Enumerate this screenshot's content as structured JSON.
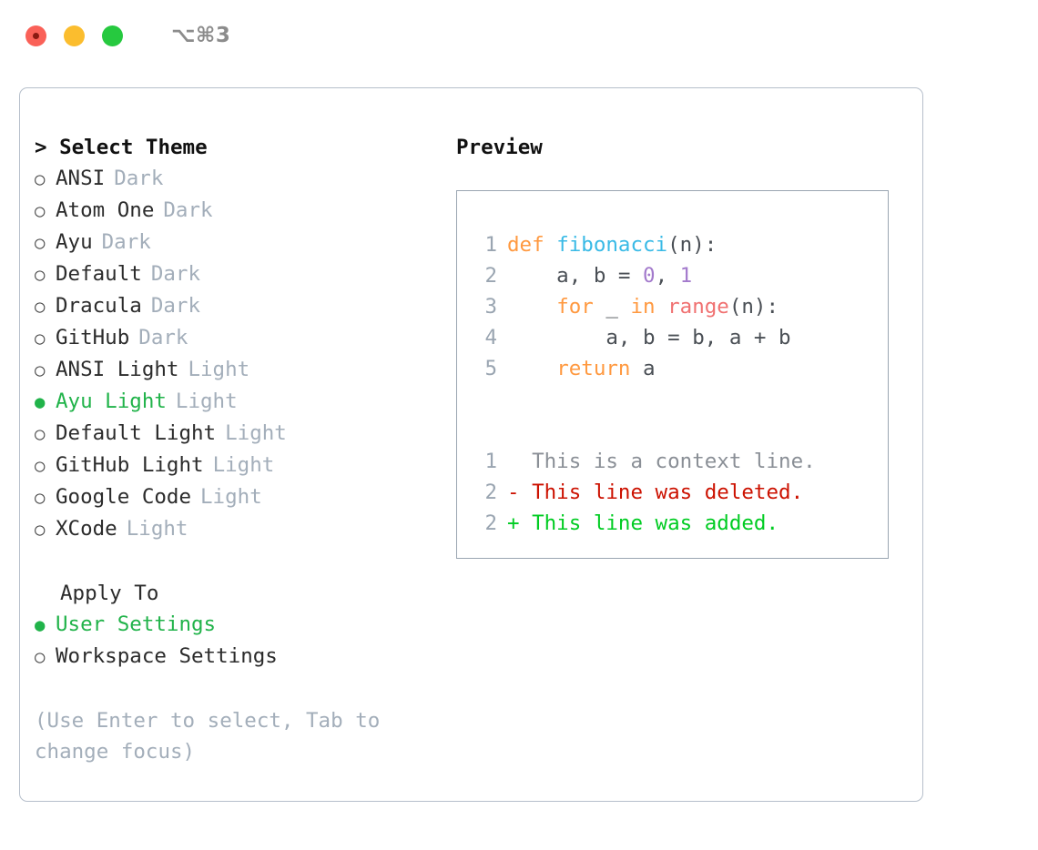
{
  "window": {
    "shortcut_title": "⌥⌘3",
    "traffic_lights": [
      "close-red",
      "minimize-yellow",
      "maximize-green"
    ]
  },
  "theme_panel": {
    "heading": "> Select Theme",
    "options": [
      {
        "bullet": "○",
        "label": "ANSI",
        "kind": "Dark",
        "selected": false
      },
      {
        "bullet": "○",
        "label": "Atom One",
        "kind": "Dark",
        "selected": false
      },
      {
        "bullet": "○",
        "label": "Ayu",
        "kind": "Dark",
        "selected": false
      },
      {
        "bullet": "○",
        "label": "Default",
        "kind": "Dark",
        "selected": false
      },
      {
        "bullet": "○",
        "label": "Dracula",
        "kind": "Dark",
        "selected": false
      },
      {
        "bullet": "○",
        "label": "GitHub",
        "kind": "Dark",
        "selected": false
      },
      {
        "bullet": "○",
        "label": "ANSI Light",
        "kind": "Light",
        "selected": false
      },
      {
        "bullet": "●",
        "label": "Ayu Light",
        "kind": "Light",
        "selected": true
      },
      {
        "bullet": "○",
        "label": "Default Light",
        "kind": "Light",
        "selected": false
      },
      {
        "bullet": "○",
        "label": "GitHub Light",
        "kind": "Light",
        "selected": false
      },
      {
        "bullet": "○",
        "label": "Google Code",
        "kind": "Light",
        "selected": false
      },
      {
        "bullet": "○",
        "label": "XCode",
        "kind": "Light",
        "selected": false
      }
    ]
  },
  "apply_to": {
    "heading": "Apply To",
    "options": [
      {
        "bullet": "●",
        "label": "User Settings",
        "selected": true
      },
      {
        "bullet": "○",
        "label": "Workspace Settings",
        "selected": false
      }
    ]
  },
  "hint": "(Use Enter to select, Tab to change focus)",
  "preview": {
    "heading": "Preview",
    "code_lines": [
      {
        "no": "1",
        "tokens": [
          {
            "t": "def ",
            "c": "tok-kw"
          },
          {
            "t": "fibonacci",
            "c": "tok-fn"
          },
          {
            "t": "(n):",
            "c": "tok-plain"
          }
        ]
      },
      {
        "no": "2",
        "tokens": [
          {
            "t": "    a, b = ",
            "c": "tok-plain"
          },
          {
            "t": "0",
            "c": "tok-num"
          },
          {
            "t": ", ",
            "c": "tok-plain"
          },
          {
            "t": "1",
            "c": "tok-num"
          }
        ]
      },
      {
        "no": "3",
        "tokens": [
          {
            "t": "    ",
            "c": "tok-plain"
          },
          {
            "t": "for",
            "c": "tok-kw"
          },
          {
            "t": " _ ",
            "c": "tok-plain"
          },
          {
            "t": "in",
            "c": "tok-kw"
          },
          {
            "t": " ",
            "c": "tok-plain"
          },
          {
            "t": "range",
            "c": "tok-call"
          },
          {
            "t": "(n):",
            "c": "tok-plain"
          }
        ]
      },
      {
        "no": "4",
        "tokens": [
          {
            "t": "        a, b = b, a + b",
            "c": "tok-plain"
          }
        ]
      },
      {
        "no": "5",
        "tokens": [
          {
            "t": "    ",
            "c": "tok-plain"
          },
          {
            "t": "return",
            "c": "tok-kw"
          },
          {
            "t": " a",
            "c": "tok-plain"
          }
        ]
      }
    ],
    "diff_lines": [
      {
        "no": "1",
        "marker": "  ",
        "text": "This is a context line.",
        "cls": "diff-ctx"
      },
      {
        "no": "2",
        "marker": "- ",
        "text": "This line was deleted.",
        "cls": "diff-del"
      },
      {
        "no": "2",
        "marker": "+ ",
        "text": "This line was added.",
        "cls": "diff-add"
      }
    ]
  },
  "colors": {
    "accent_green": "#21b34a",
    "muted": "#a3aeba",
    "keyword": "#ff9940",
    "function": "#39bae6",
    "number": "#a37acc",
    "call": "#f07171",
    "diff_added": "#00cc22",
    "diff_deleted": "#cc1100",
    "border": "#9aa5b1"
  }
}
